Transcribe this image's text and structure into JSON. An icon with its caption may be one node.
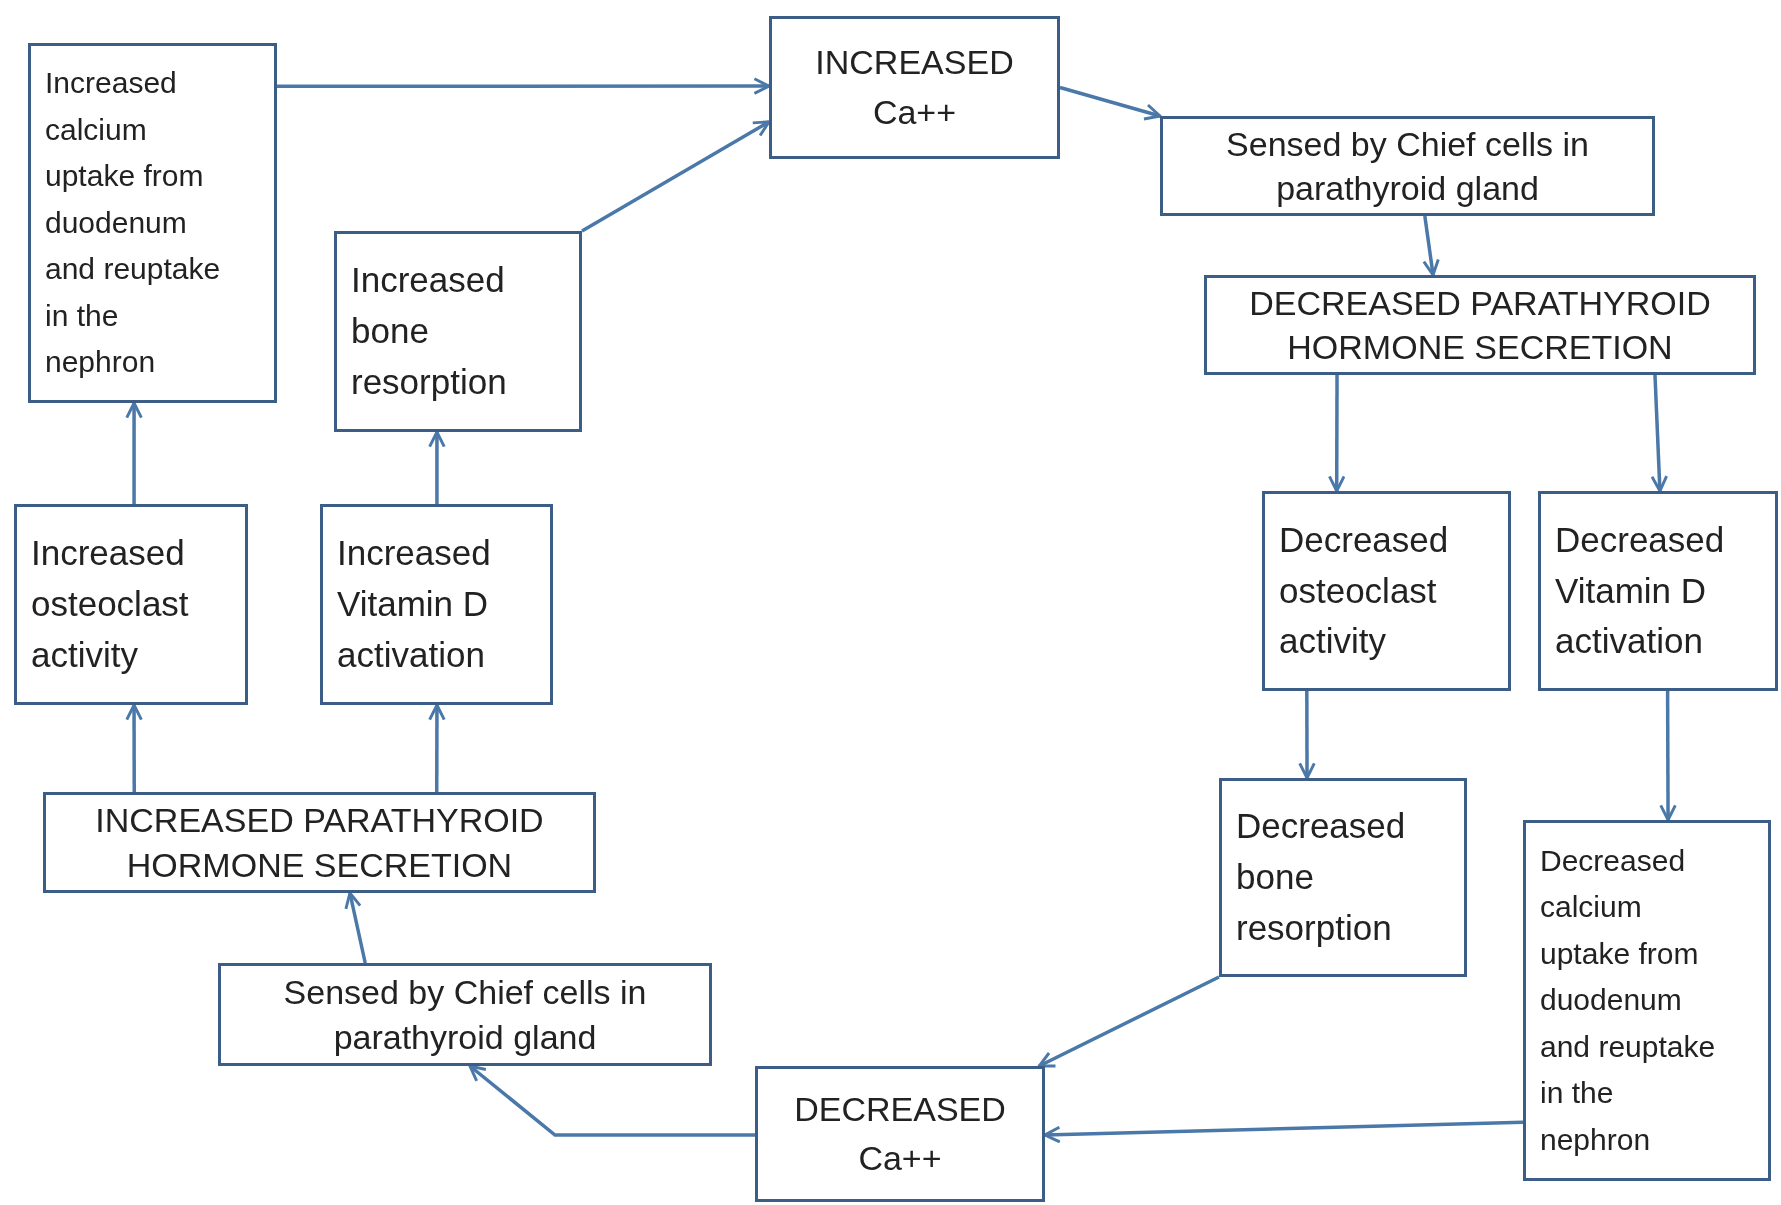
{
  "diagram": {
    "nodes": [
      {
        "text": [
          "INCREASED Ca++"
        ]
      },
      {
        "text": [
          "Sensed by Chief cells in parathyroid gland"
        ]
      },
      {
        "text": [
          "DECREASED PARATHYROID HORMONE SECRETION"
        ]
      },
      {
        "text": [
          "Decreased osteoclast activity"
        ]
      },
      {
        "text": [
          "Decreased Vitamin D activation"
        ]
      },
      {
        "text": [
          "Decreased bone resorption"
        ]
      },
      {
        "text": [
          "Decreased calcium uptake from duodenum and reuptake in the nephron"
        ]
      },
      {
        "text": [
          "DECREASED Ca++"
        ]
      },
      {
        "text": [
          "Sensed by Chief cells in parathyroid gland"
        ]
      },
      {
        "text": [
          "INCREASED PARATHYROID HORMONE SECRETION"
        ]
      },
      {
        "text": [
          "Increased osteoclast activity"
        ]
      },
      {
        "text": [
          "Increased Vitamin D activation"
        ]
      },
      {
        "text": [
          "Increased bone resorption"
        ]
      },
      {
        "text": [
          "Increased calcium uptake from duodenum and reuptake in the nephron"
        ]
      }
    ],
    "edges": [
      {
        "from": 0,
        "to": 1,
        "arrow": "to"
      },
      {
        "from": 1,
        "to": 2,
        "arrow": "to"
      },
      {
        "from": 2,
        "to": 3,
        "arrow": "to"
      },
      {
        "from": 2,
        "to": 4,
        "arrow": "to"
      },
      {
        "from": 3,
        "to": 5,
        "arrow": "to"
      },
      {
        "from": 4,
        "to": 6,
        "arrow": "to"
      },
      {
        "from": 5,
        "to": 7,
        "arrow": "to"
      },
      {
        "from": 6,
        "to": 7,
        "arrow": "to"
      },
      {
        "from": 7,
        "to": 8,
        "arrow": "to"
      },
      {
        "from": 8,
        "to": 9,
        "arrow": "to"
      },
      {
        "from": 9,
        "to": 10,
        "arrow": "to"
      },
      {
        "from": 9,
        "to": 11,
        "arrow": "to"
      },
      {
        "from": 10,
        "to": 13,
        "arrow": "to"
      },
      {
        "from": 11,
        "to": 12,
        "arrow": "to"
      },
      {
        "from": 12,
        "to": 0,
        "arrow": "to"
      },
      {
        "from": 13,
        "to": 0,
        "arrow": "to"
      }
    ]
  }
}
